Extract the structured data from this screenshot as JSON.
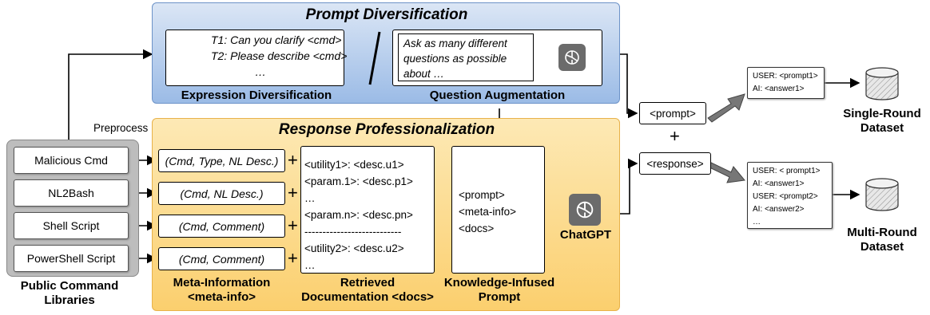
{
  "prompt_diversification": {
    "title": "Prompt Diversification",
    "templates": [
      "T1: Can you clarify <cmd>",
      "T2: Please describe <cmd>",
      "…"
    ],
    "expression_label": "Expression Diversification",
    "augment_text": [
      "Ask as many different",
      "questions as possible",
      "about …"
    ],
    "question_label": "Question Augmentation"
  },
  "response_professionalization": {
    "title": "Response Professionalization",
    "preprocess_label": "Preprocess",
    "meta_items": [
      "(Cmd, Type, NL Desc.)",
      "(Cmd, NL Desc.)",
      "(Cmd, Comment)",
      "(Cmd, Comment)"
    ],
    "meta_label": [
      "Meta-Information",
      "<meta-info>"
    ],
    "docs_lines": [
      "<utility1>: <desc.u1>",
      "<param.1>: <desc.p1>",
      "…",
      "<param.n>: <desc.pn>",
      "---------------------------",
      "<utility2>: <desc.u2>",
      "…"
    ],
    "docs_label": [
      "Retrieved",
      "Documentation <docs>"
    ],
    "prompt_lines": [
      "<prompt>",
      "<meta-info>",
      "<docs>"
    ],
    "prompt_label": [
      "Knowledge-Infused",
      "Prompt"
    ],
    "chatgpt_label": "ChatGPT"
  },
  "libraries": {
    "items": [
      "Malicious Cmd",
      "NL2Bash",
      "Shell Script",
      "PowerShell Script"
    ],
    "label": [
      "Public Command",
      "Libraries"
    ]
  },
  "output": {
    "prompt_tag": "<prompt>",
    "response_tag": "<response>",
    "plus": "+",
    "single_lines": [
      "USER: <prompt1>",
      "AI: <answer1>"
    ],
    "single_label": [
      "Single-Round",
      "Dataset"
    ],
    "multi_lines": [
      "USER: < prompt1>",
      "AI: <answer1>",
      "USER: <prompt2>",
      "AI: <answer2>",
      "…"
    ],
    "multi_label": [
      "Multi-Round",
      "Dataset"
    ]
  },
  "icons": [
    "openai-logo-icon",
    "database-icon",
    "slash-divider"
  ]
}
